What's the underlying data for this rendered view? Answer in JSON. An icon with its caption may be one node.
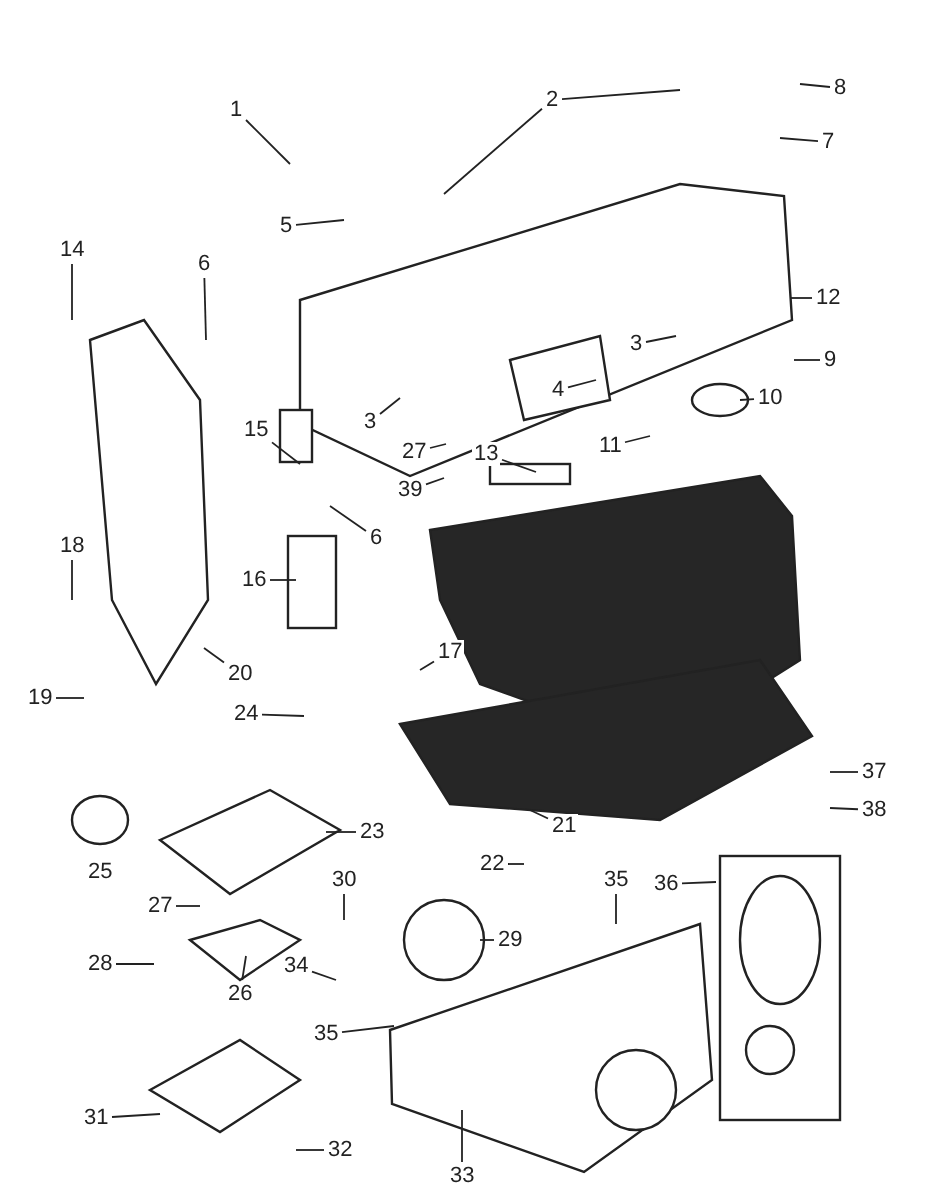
{
  "diagram": {
    "nodes": [
      {
        "text": [
          "1"
        ]
      },
      {
        "text": [
          "2"
        ]
      },
      {
        "text": [
          "8"
        ]
      },
      {
        "text": [
          "7"
        ]
      },
      {
        "text": [
          "5"
        ]
      },
      {
        "text": [
          "14"
        ]
      },
      {
        "text": [
          "6"
        ]
      },
      {
        "text": [
          "12"
        ]
      },
      {
        "text": [
          "3"
        ]
      },
      {
        "text": [
          "9"
        ]
      },
      {
        "text": [
          "4"
        ]
      },
      {
        "text": [
          "10"
        ]
      },
      {
        "text": [
          "3"
        ]
      },
      {
        "text": [
          "11"
        ]
      },
      {
        "text": [
          "27"
        ]
      },
      {
        "text": [
          "15"
        ]
      },
      {
        "text": [
          "13"
        ]
      },
      {
        "text": [
          "39"
        ]
      },
      {
        "text": [
          "6"
        ]
      },
      {
        "text": [
          "18"
        ]
      },
      {
        "text": [
          "16"
        ]
      },
      {
        "text": [
          "17"
        ]
      },
      {
        "text": [
          "20"
        ]
      },
      {
        "text": [
          "19"
        ]
      },
      {
        "text": [
          "24"
        ]
      },
      {
        "text": [
          "21"
        ]
      },
      {
        "text": [
          "37"
        ]
      },
      {
        "text": [
          "23"
        ]
      },
      {
        "text": [
          "38"
        ]
      },
      {
        "text": [
          "22"
        ]
      },
      {
        "text": [
          "30"
        ]
      },
      {
        "text": [
          "35"
        ]
      },
      {
        "text": [
          "36"
        ]
      },
      {
        "text": [
          "27"
        ]
      },
      {
        "text": [
          "29"
        ]
      },
      {
        "text": [
          "28"
        ]
      },
      {
        "text": [
          "26"
        ]
      },
      {
        "text": [
          "34"
        ]
      },
      {
        "text": [
          "35"
        ]
      },
      {
        "text": [
          "31"
        ]
      },
      {
        "text": [
          "32"
        ]
      },
      {
        "text": [
          "33"
        ]
      },
      {
        "text": [
          "25"
        ]
      }
    ],
    "edges": [
      {
        "from": 0,
        "to": null,
        "arrow": "none"
      },
      {
        "from": 1,
        "to": null,
        "arrow": "none"
      },
      {
        "from": 1,
        "to": null,
        "arrow": "none"
      },
      {
        "from": 2,
        "to": null,
        "arrow": "none"
      },
      {
        "from": 3,
        "to": null,
        "arrow": "none"
      },
      {
        "from": 4,
        "to": null,
        "arrow": "none"
      },
      {
        "from": 5,
        "to": null,
        "arrow": "none"
      },
      {
        "from": 6,
        "to": null,
        "arrow": "none"
      },
      {
        "from": 7,
        "to": null,
        "arrow": "none"
      },
      {
        "from": 8,
        "to": null,
        "arrow": "none"
      },
      {
        "from": 9,
        "to": null,
        "arrow": "none"
      },
      {
        "from": 10,
        "to": null,
        "arrow": "none"
      },
      {
        "from": 11,
        "to": null,
        "arrow": "none"
      },
      {
        "from": 12,
        "to": null,
        "arrow": "none"
      },
      {
        "from": 13,
        "to": null,
        "arrow": "none"
      },
      {
        "from": 14,
        "to": null,
        "arrow": "none"
      },
      {
        "from": 15,
        "to": null,
        "arrow": "none"
      },
      {
        "from": 16,
        "to": null,
        "arrow": "none"
      },
      {
        "from": 17,
        "to": null,
        "arrow": "none"
      },
      {
        "from": 18,
        "to": null,
        "arrow": "none"
      },
      {
        "from": 19,
        "to": null,
        "arrow": "none"
      },
      {
        "from": 20,
        "to": null,
        "arrow": "none"
      },
      {
        "from": 21,
        "to": null,
        "arrow": "none"
      },
      {
        "from": 22,
        "to": null,
        "arrow": "none"
      },
      {
        "from": 23,
        "to": null,
        "arrow": "none"
      },
      {
        "from": 24,
        "to": null,
        "arrow": "none"
      },
      {
        "from": 25,
        "to": null,
        "arrow": "none"
      },
      {
        "from": 26,
        "to": null,
        "arrow": "none"
      },
      {
        "from": 27,
        "to": null,
        "arrow": "none"
      },
      {
        "from": 28,
        "to": null,
        "arrow": "none"
      },
      {
        "from": 29,
        "to": null,
        "arrow": "none"
      },
      {
        "from": 30,
        "to": null,
        "arrow": "none"
      },
      {
        "from": 31,
        "to": null,
        "arrow": "none"
      },
      {
        "from": 32,
        "to": null,
        "arrow": "none"
      },
      {
        "from": 33,
        "to": null,
        "arrow": "none"
      },
      {
        "from": 34,
        "to": null,
        "arrow": "none"
      },
      {
        "from": 35,
        "to": null,
        "arrow": "none"
      },
      {
        "from": 36,
        "to": null,
        "arrow": "none"
      },
      {
        "from": 37,
        "to": null,
        "arrow": "none"
      },
      {
        "from": 38,
        "to": null,
        "arrow": "none"
      },
      {
        "from": 39,
        "to": null,
        "arrow": "none"
      },
      {
        "from": 40,
        "to": null,
        "arrow": "none"
      },
      {
        "from": 41,
        "to": null,
        "arrow": "none"
      }
    ]
  }
}
